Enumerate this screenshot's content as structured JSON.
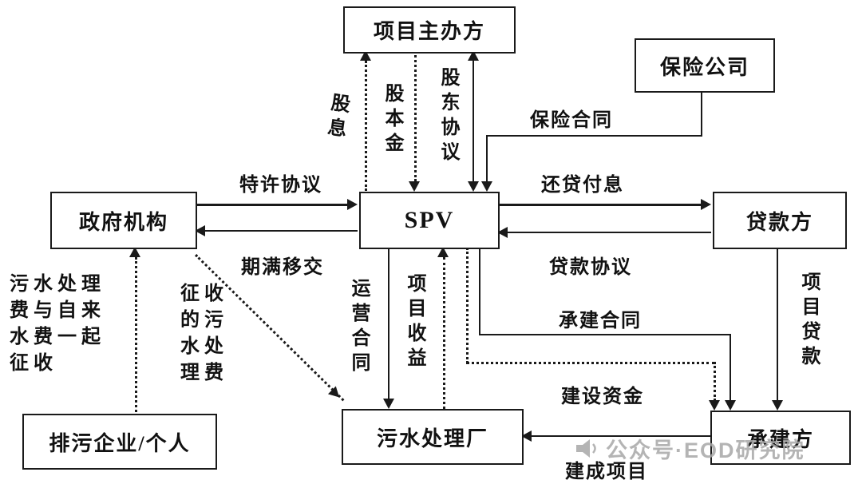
{
  "nodes": {
    "sponsor": {
      "label": "项目主办方"
    },
    "insurance": {
      "label": "保险公司"
    },
    "government": {
      "label": "政府机构"
    },
    "spv": {
      "label": "SPV"
    },
    "lender": {
      "label": "贷款方"
    },
    "polluters": {
      "label": "排污企业/个人"
    },
    "plant": {
      "label": "污水处理厂"
    },
    "contractor": {
      "label": "承建方"
    }
  },
  "edges": {
    "dividend": {
      "label": "股息",
      "from": "spv",
      "to": "sponsor",
      "style": "dotted"
    },
    "equity": {
      "label": "股本金",
      "from": "sponsor",
      "to": "spv",
      "style": "dotted"
    },
    "shareholder_agreement": {
      "label": "股东协议",
      "from": "sponsor",
      "to": "spv",
      "style": "solid",
      "arrows": "both"
    },
    "insurance_contract": {
      "label": "保险合同",
      "from": "insurance",
      "to": "spv",
      "style": "solid"
    },
    "concession": {
      "label": "特许协议",
      "from": "government",
      "to": "spv",
      "style": "solid"
    },
    "handover": {
      "label": "期满移交",
      "from": "spv",
      "to": "government",
      "style": "solid"
    },
    "repayment": {
      "label": "还贷付息",
      "from": "spv",
      "to": "lender",
      "style": "solid"
    },
    "loan_agreement": {
      "label": "贷款协议",
      "from": "lender",
      "to": "spv",
      "style": "solid"
    },
    "operation_contract": {
      "label": "运营合同",
      "from": "spv",
      "to": "plant",
      "style": "solid"
    },
    "project_revenue": {
      "label": "项目收益",
      "from": "plant",
      "to": "spv",
      "style": "dotted"
    },
    "collected_fee": {
      "label": "征收的污水处理费",
      "from": "government",
      "to": "plant",
      "style": "dotted"
    },
    "fee_with_water": {
      "label": "污水处理费与自来水费一起征收",
      "from": "polluters",
      "to": "government",
      "style": "dotted"
    },
    "construction_contract": {
      "label": "承建合同",
      "from": "spv",
      "to": "contractor",
      "style": "solid"
    },
    "construction_funds": {
      "label": "建设资金",
      "from": "spv",
      "to": "contractor",
      "style": "dotted"
    },
    "project_loan": {
      "label": "项目贷款",
      "from": "lender",
      "to": "contractor",
      "style": "solid"
    },
    "completed_project": {
      "label": "建成项目",
      "from": "contractor",
      "to": "plant",
      "style": "solid"
    }
  },
  "watermark": {
    "text": "公众号·EOD研究院"
  },
  "colors": {
    "line": "#1a1a1a",
    "watermark": "#a8a8a8",
    "background": "#ffffff"
  }
}
